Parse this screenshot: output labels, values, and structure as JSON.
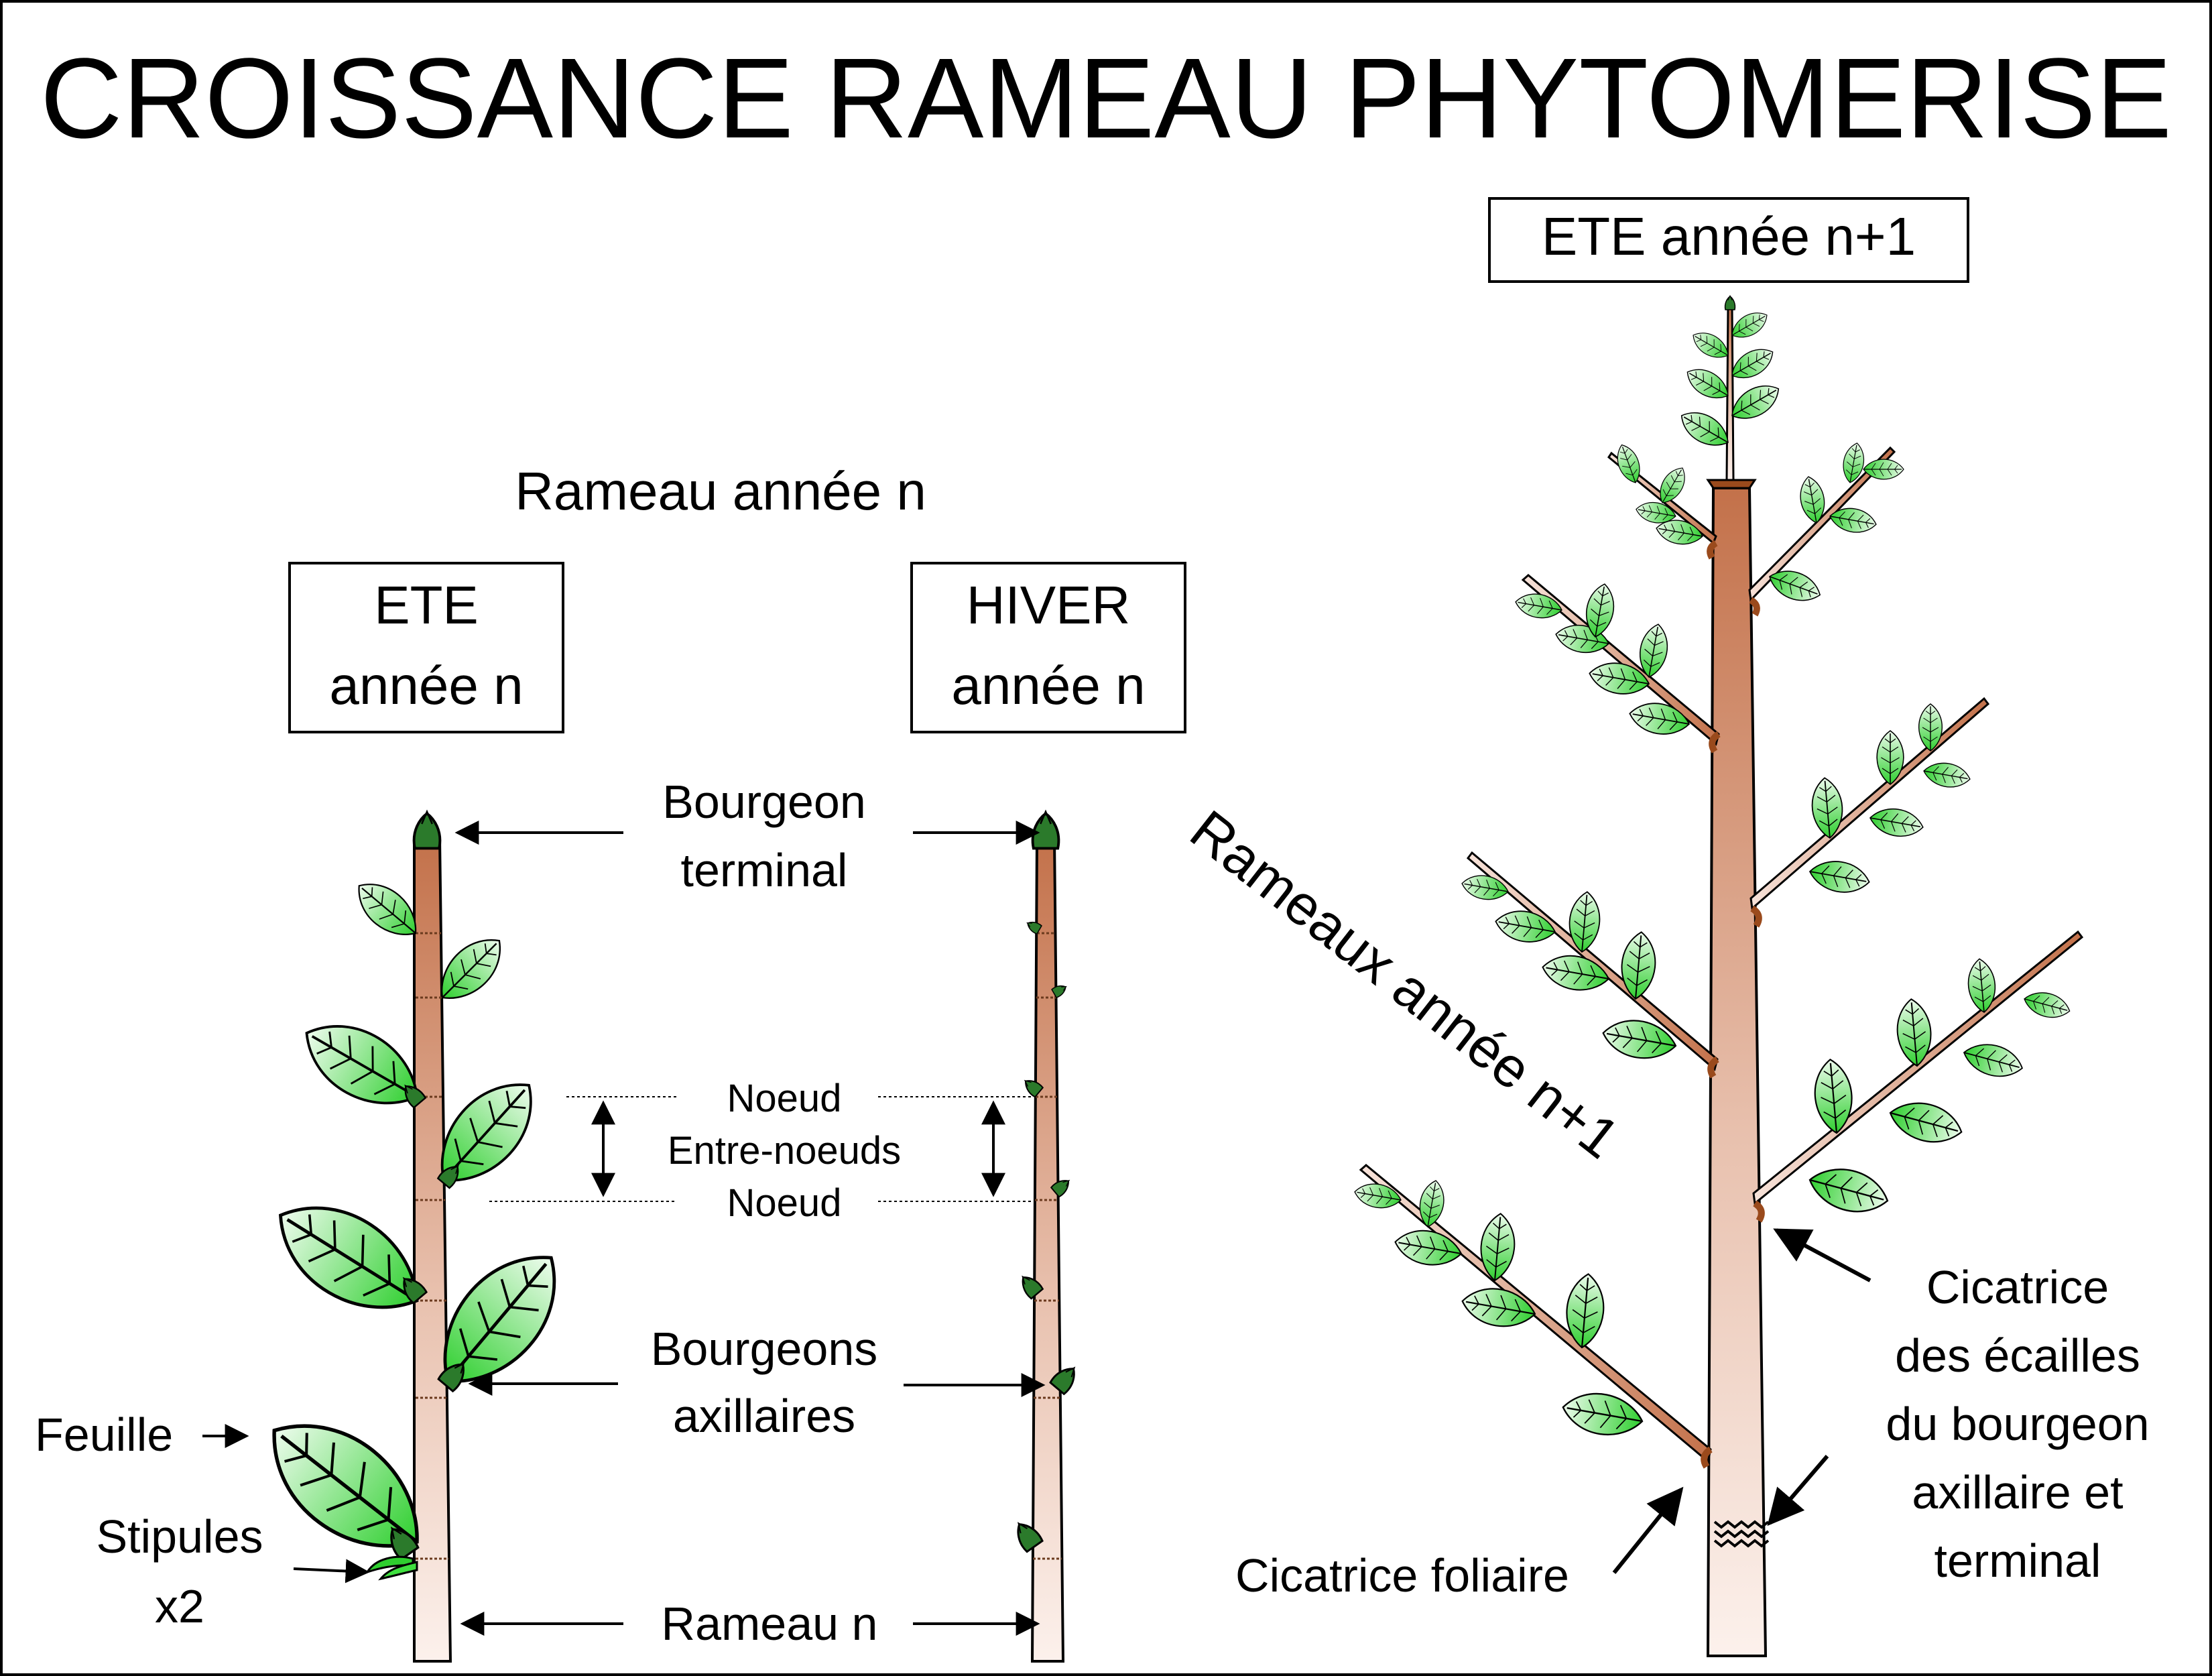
{
  "title": "CROISSANCE RAMEAU PHYTOMERISE",
  "heading_year_n": "Rameau année n",
  "boxes": {
    "ete_n_line1": "ETE",
    "ete_n_line2": "année n",
    "hiver_n_line1": "HIVER",
    "hiver_n_line2": "année n",
    "ete_n1": "ETE  année n+1"
  },
  "labels": {
    "bourgeon_terminal_1": "Bourgeon",
    "bourgeon_terminal_2": "terminal",
    "noeud_top": "Noeud",
    "entre_noeuds": "Entre-noeuds",
    "noeud_bottom": "Noeud",
    "bourgeons_axillaires_1": "Bourgeons",
    "bourgeons_axillaires_2": "axillaires",
    "feuille": "Feuille",
    "stipules_1": "Stipules",
    "stipules_2": "x2",
    "rameau_n": "Rameau n",
    "rameaux_n1": "Rameaux année n+1",
    "cicatrice_foliaire": "Cicatrice foliaire",
    "cicatrice_ecailles": [
      "Cicatrice",
      "des écailles",
      "du bourgeon",
      "axillaire et",
      "terminal"
    ]
  },
  "colors": {
    "stem_top": "#c3714a",
    "stem_bottom": "#fbeeea",
    "leaf_dark": "#2fcf2f",
    "leaf_light": "#ecfbec",
    "bud": "#2b7a2b",
    "scar": "#9a4a1c"
  }
}
